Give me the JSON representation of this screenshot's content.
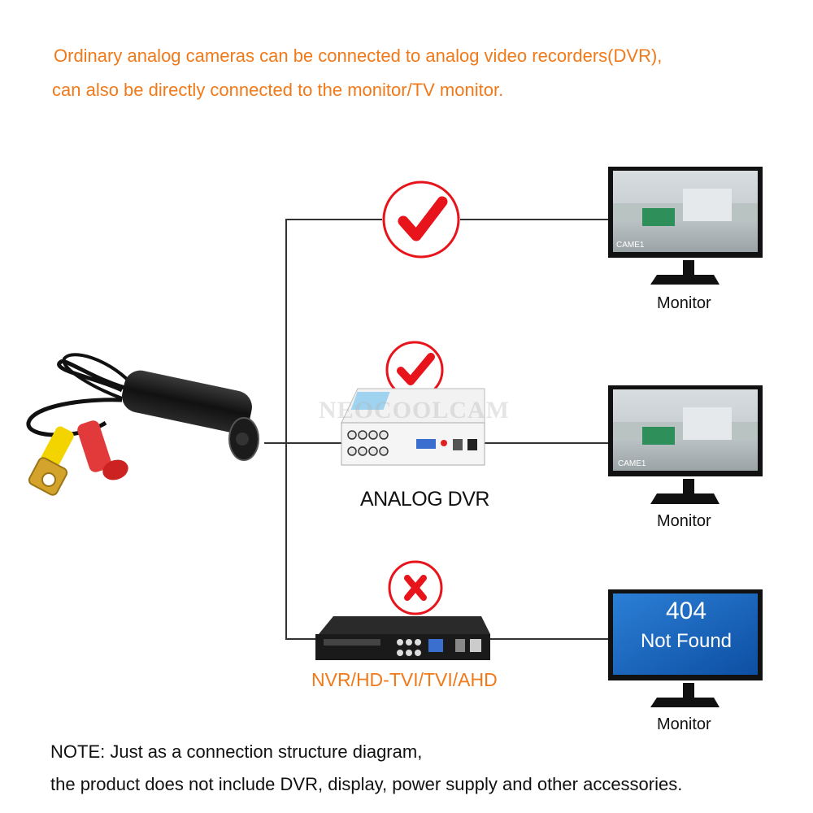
{
  "header": {
    "line1": "Ordinary analog cameras can be connected to analog video recorders(DVR),",
    "line2": "can also be directly connected to the monitor/TV monitor."
  },
  "connections": [
    {
      "target": "Monitor",
      "status": "supported",
      "icon": "checkmark-icon"
    },
    {
      "via": "ANALOG DVR",
      "target": "Monitor",
      "status": "supported",
      "icon": "checkmark-icon"
    },
    {
      "via": "NVR/HD-TVI/TVI/AHD",
      "target": "Monitor",
      "status": "not-supported",
      "icon": "x-icon"
    }
  ],
  "labels": {
    "dvr": "ANALOG DVR",
    "nvr": "NVR/HD-TVI/TVI/AHD",
    "monitor1": "Monitor",
    "monitor2": "Monitor",
    "monitor3": "Monitor"
  },
  "screens": {
    "cam_label_1": "CAME1",
    "cam_label_2": "CAME1",
    "error_code": "404",
    "error_text": "Not Found"
  },
  "watermark": "NEOCOOLCAM",
  "note": {
    "line1": "NOTE: Just as a connection structure diagram,",
    "line2": "the product does not include DVR, display, power supply and other accessories."
  },
  "colors": {
    "accent_orange": "#f07a1a",
    "check_red": "#e8141b",
    "screen_blue": "#1565c0"
  }
}
